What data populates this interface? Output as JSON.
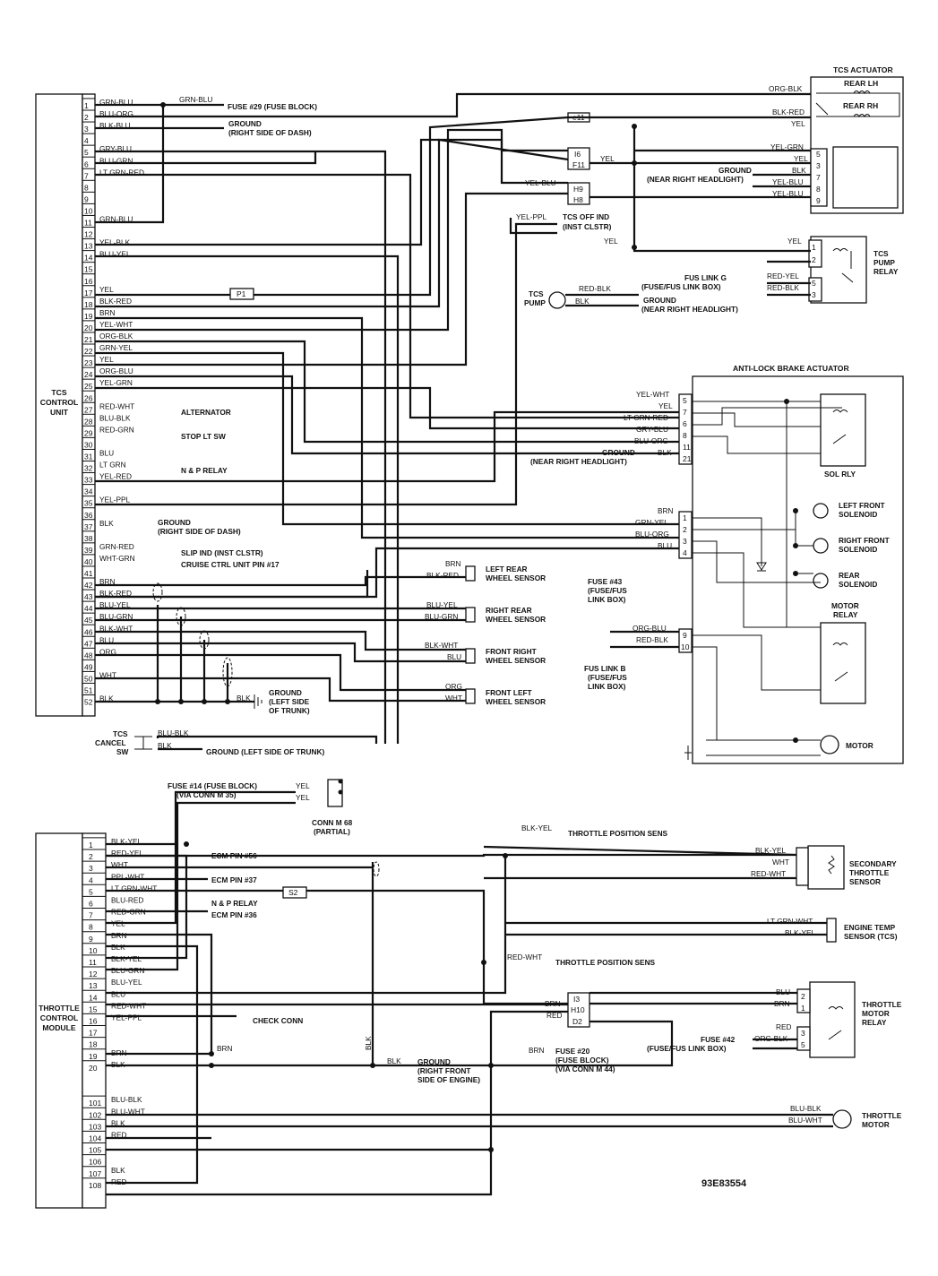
{
  "diagram_id": "93E83554",
  "tcs_unit": {
    "label": [
      "TCS",
      "CONTROL",
      "UNIT"
    ],
    "pins": [
      {
        "n": "1",
        "wire": "GRN-BLU"
      },
      {
        "n": "2",
        "wire": "BLU-ORG"
      },
      {
        "n": "3",
        "wire": "BLK-BLU"
      },
      {
        "n": "4",
        "wire": ""
      },
      {
        "n": "5",
        "wire": "GRY-BLU"
      },
      {
        "n": "6",
        "wire": "BLU-GRN"
      },
      {
        "n": "7",
        "wire": "LT GRN-RED"
      },
      {
        "n": "8",
        "wire": ""
      },
      {
        "n": "9",
        "wire": ""
      },
      {
        "n": "10",
        "wire": ""
      },
      {
        "n": "11",
        "wire": "GRN-BLU"
      },
      {
        "n": "12",
        "wire": ""
      },
      {
        "n": "13",
        "wire": "YEL-BLK"
      },
      {
        "n": "14",
        "wire": "BLU-YEL"
      },
      {
        "n": "15",
        "wire": ""
      },
      {
        "n": "16",
        "wire": ""
      },
      {
        "n": "17",
        "wire": "YEL"
      },
      {
        "n": "18",
        "wire": "BLK-RED"
      },
      {
        "n": "19",
        "wire": "BRN"
      },
      {
        "n": "20",
        "wire": "YEL-WHT"
      },
      {
        "n": "21",
        "wire": "ORG-BLK"
      },
      {
        "n": "22",
        "wire": "GRN-YEL"
      },
      {
        "n": "23",
        "wire": "YEL"
      },
      {
        "n": "24",
        "wire": "ORG-BLU"
      },
      {
        "n": "25",
        "wire": "YEL-GRN"
      },
      {
        "n": "26",
        "wire": ""
      },
      {
        "n": "27",
        "wire": "RED-WHT"
      },
      {
        "n": "28",
        "wire": "BLU-BLK"
      },
      {
        "n": "29",
        "wire": "RED-GRN"
      },
      {
        "n": "30",
        "wire": ""
      },
      {
        "n": "31",
        "wire": "BLU"
      },
      {
        "n": "32",
        "wire": "LT GRN"
      },
      {
        "n": "33",
        "wire": "YEL-RED"
      },
      {
        "n": "34",
        "wire": ""
      },
      {
        "n": "35",
        "wire": "YEL-PPL"
      },
      {
        "n": "36",
        "wire": ""
      },
      {
        "n": "37",
        "wire": "BLK"
      },
      {
        "n": "38",
        "wire": ""
      },
      {
        "n": "39",
        "wire": "GRN-RED"
      },
      {
        "n": "40",
        "wire": "WHT-GRN"
      },
      {
        "n": "41",
        "wire": ""
      },
      {
        "n": "42",
        "wire": "BRN"
      },
      {
        "n": "43",
        "wire": "BLK-RED"
      },
      {
        "n": "44",
        "wire": "BLU-YEL"
      },
      {
        "n": "45",
        "wire": "BLU-GRN"
      },
      {
        "n": "46",
        "wire": "BLK-WHT"
      },
      {
        "n": "47",
        "wire": "BLU"
      },
      {
        "n": "48",
        "wire": "ORG"
      },
      {
        "n": "49",
        "wire": ""
      },
      {
        "n": "50",
        "wire": "WHT"
      },
      {
        "n": "51",
        "wire": ""
      },
      {
        "n": "52",
        "wire": "BLK"
      }
    ]
  },
  "throttle_module": {
    "label": [
      "THROTTLE",
      "CONTROL",
      "MODULE"
    ],
    "pins": [
      {
        "n": "1",
        "wire": "BLK-YEL"
      },
      {
        "n": "2",
        "wire": "RED-YEL"
      },
      {
        "n": "3",
        "wire": "WHT"
      },
      {
        "n": "4",
        "wire": "PPL-WHT"
      },
      {
        "n": "5",
        "wire": "LT GRN-WHT"
      },
      {
        "n": "6",
        "wire": "BLU-RED"
      },
      {
        "n": "7",
        "wire": "RED-GRN"
      },
      {
        "n": "8",
        "wire": "YEL"
      },
      {
        "n": "9",
        "wire": "BRN"
      },
      {
        "n": "10",
        "wire": "BLK"
      },
      {
        "n": "11",
        "wire": "BLK-YEL"
      },
      {
        "n": "12",
        "wire": "BLU-GRN"
      },
      {
        "n": "13",
        "wire": "BLU-YEL"
      },
      {
        "n": "14",
        "wire": "BLU"
      },
      {
        "n": "15",
        "wire": "RED-WHT"
      },
      {
        "n": "16",
        "wire": "YEL-PPL"
      },
      {
        "n": "17",
        "wire": ""
      },
      {
        "n": "18",
        "wire": ""
      },
      {
        "n": "19",
        "wire": "BRN"
      },
      {
        "n": "20",
        "wire": "BLK"
      },
      {
        "n": "101",
        "wire": "BLU-BLK"
      },
      {
        "n": "102",
        "wire": "BLU-WHT"
      },
      {
        "n": "103",
        "wire": "BLK"
      },
      {
        "n": "104",
        "wire": "RED"
      },
      {
        "n": "105",
        "wire": ""
      },
      {
        "n": "106",
        "wire": ""
      },
      {
        "n": "107",
        "wire": "BLK"
      },
      {
        "n": "108",
        "wire": "RED"
      }
    ]
  },
  "components": {
    "tcs_actuator": "TCS ACTUATOR",
    "rear_lh": "REAR LH",
    "rear_rh": "REAR RH",
    "tcs_pump_relay": [
      "TCS",
      "PUMP",
      "RELAY"
    ],
    "tcs_pump": [
      "TCS",
      "PUMP"
    ],
    "abs_actuator": "ANTI-LOCK BRAKE ACTUATOR",
    "sol_rly": "SOL RLY",
    "left_front_solenoid": [
      "LEFT FRONT",
      "SOLENOID"
    ],
    "right_front_solenoid": [
      "RIGHT FRONT",
      "SOLENOID"
    ],
    "rear_solenoid": [
      "REAR",
      "SOLENOID"
    ],
    "motor_relay": [
      "MOTOR",
      "RELAY"
    ],
    "motor": "MOTOR",
    "left_rear_sensor": [
      "LEFT REAR",
      "WHEEL SENSOR"
    ],
    "right_rear_sensor": [
      "RIGHT REAR",
      "WHEEL SENSOR"
    ],
    "front_right_sensor": [
      "FRONT RIGHT",
      "WHEEL SENSOR"
    ],
    "front_left_sensor": [
      "FRONT LEFT",
      "WHEEL SENSOR"
    ],
    "tcs_cancel_sw": [
      "TCS",
      "CANCEL",
      "SW"
    ],
    "conn_m68": [
      "CONN M 68",
      "(PARTIAL)"
    ],
    "secondary_throttle": [
      "SECONDARY",
      "THROTTLE",
      "SENSOR"
    ],
    "engine_temp": [
      "ENGINE TEMP",
      "SENSOR (TCS)"
    ],
    "throttle_motor_relay": [
      "THROTTLE",
      "MOTOR",
      "RELAY"
    ],
    "throttle_motor": [
      "THROTTLE",
      "MOTOR"
    ]
  },
  "callouts": {
    "fuse29": "FUSE #29 (FUSE BLOCK)",
    "ground_dash": [
      "GROUND",
      "(RIGHT SIDE OF DASH)"
    ],
    "ground_near_right_headlight": [
      "GROUND",
      "(NEAR RIGHT HEADLIGHT)"
    ],
    "tcs_off_ind": [
      "TCS OFF IND",
      "(INST CLSTR)"
    ],
    "fus_link_g": [
      "FUS LINK G",
      "(FUSE/FUS LINK BOX)"
    ],
    "alternator": "ALTERNATOR",
    "stop_lt_sw": "STOP LT SW",
    "np_relay": "N & P RELAY",
    "slip_ind": "SLIP IND (INST CLSTR)",
    "cruise_ctrl": "CRUISE CTRL UNIT PIN #17",
    "ground_left_trunk": [
      "GROUND",
      "(LEFT SIDE",
      "OF TRUNK)"
    ],
    "ground_left_trunk2": "GROUND (LEFT SIDE OF TRUNK)",
    "fuse43": [
      "FUSE #43",
      "(FUSE/FUS",
      "LINK BOX)"
    ],
    "fus_link_b": [
      "FUS LINK B",
      "(FUSE/FUS",
      "LINK BOX)"
    ],
    "fuse14": [
      "FUSE #14 (FUSE BLOCK)",
      "(VIA CONN M 35)"
    ],
    "tps1": "THROTTLE POSITION SENS",
    "tps2": "THROTTLE POSITION SENS",
    "ecm56": "ECM PIN #56",
    "ecm37": "ECM PIN #37",
    "np_relay2": "N & P RELAY",
    "ecm36": "ECM PIN #36",
    "check_conn": "CHECK CONN",
    "ground_right_front_engine": [
      "GROUND",
      "(RIGHT FRONT",
      "SIDE OF ENGINE)"
    ],
    "fuse20": [
      "FUSE #20",
      "(FUSE BLOCK)",
      "(VIA CONN M 44)"
    ],
    "fuse42": [
      "FUSE #42",
      "(FUSE/FUS LINK BOX)"
    ]
  },
  "connectors": {
    "e11": "e11",
    "i6": "I6",
    "f11": "F11",
    "h9": "H9",
    "h8": "H8",
    "p1": "P1",
    "s2": "S2",
    "i3": "I3",
    "h10": "H10",
    "d2": "D2"
  },
  "wire_labels": {
    "grn_blu": "GRN-BLU",
    "org_blk": "ORG-BLK",
    "blk_red": "BLK-RED",
    "yel": "YEL",
    "yel_grn": "YEL-GRN",
    "blk": "BLK",
    "yel_blu": "YEL-BLU",
    "yel_blk": "YEL-BLK",
    "yel_ppl": "YEL-PPL",
    "red_yel": "RED-YEL",
    "red_blk": "RED-BLK",
    "yel_wht": "YEL-WHT",
    "lt_grn_red": "LT GRN-RED",
    "gry_blu": "GRY-BLU",
    "blu_org": "BLU-ORG",
    "brn": "BRN",
    "grn_yel": "GRN-YEL",
    "blu": "BLU",
    "org_blu": "ORG-BLU",
    "red_blk2": "RED-BLK",
    "blu_yel": "BLU-YEL",
    "blu_grn": "BLU-GRN",
    "blk_wht": "BLK-WHT",
    "org": "ORG",
    "wht": "WHT",
    "blu_blk": "BLU-BLK",
    "blk_yel": "BLK-YEL",
    "red_wht": "RED-WHT",
    "lt_grn_wht": "LT GRN-WHT",
    "red": "RED",
    "org_blk2": "ORG-BLK",
    "blu_wht": "BLU-WHT"
  },
  "pin_numbers": {
    "n1": "1",
    "n2": "2",
    "n3": "3",
    "n4": "4",
    "n5": "5",
    "n6": "6",
    "n7": "7",
    "n8": "8",
    "n9": "9",
    "n10": "10",
    "n11": "11",
    "n21": "21"
  }
}
